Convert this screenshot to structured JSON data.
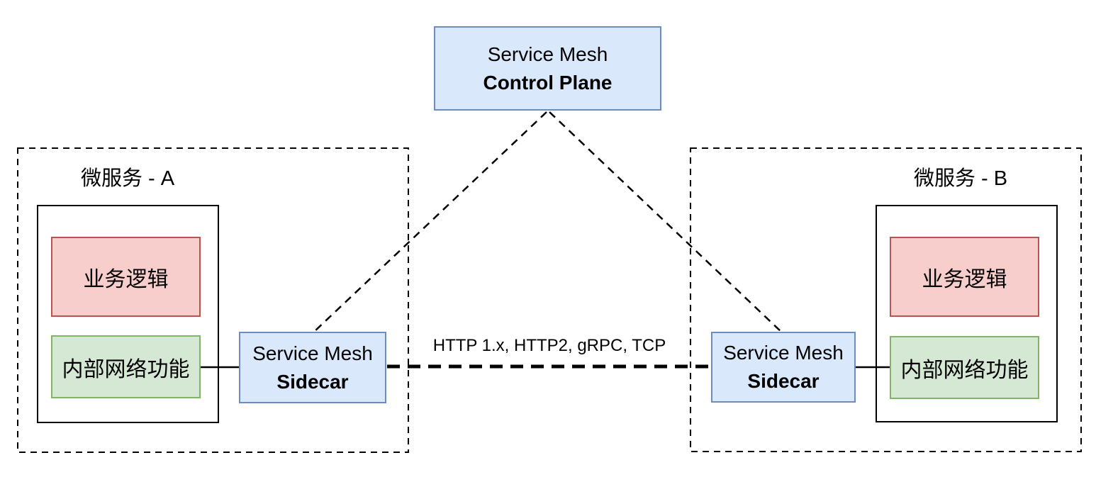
{
  "control_plane": {
    "line1": "Service Mesh",
    "line2": "Control Plane"
  },
  "link_label": "HTTP 1.x, HTTP2, gRPC, TCP",
  "microservice_a": {
    "title": "微服务 - A",
    "business_logic": "业务逻辑",
    "internal_network": "内部网络功能",
    "sidecar": {
      "line1": "Service Mesh",
      "line2": "Sidecar"
    }
  },
  "microservice_b": {
    "title": "微服务 - B",
    "business_logic": "业务逻辑",
    "internal_network": "内部网络功能",
    "sidecar": {
      "line1": "Service Mesh",
      "line2": "Sidecar"
    }
  },
  "colors": {
    "blue_fill": "#dae8fc",
    "blue_stroke": "#6c8ebf",
    "red_fill": "#f8cecc",
    "red_stroke": "#b85450",
    "green_fill": "#d5e8d4",
    "green_stroke": "#82b366",
    "line": "#000000",
    "background": "#ffffff"
  }
}
